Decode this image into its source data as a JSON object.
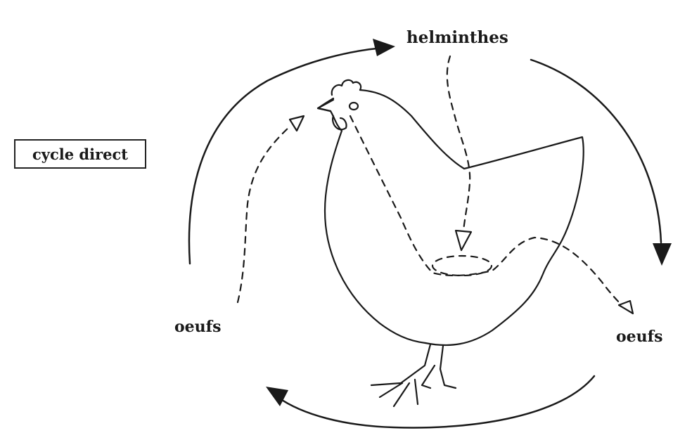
{
  "diagram": {
    "title": "cycle direct",
    "labels": {
      "helminthes": "helminthes",
      "eggs_left": "oeufs",
      "eggs_right": "oeufs"
    },
    "colors": {
      "ink": "#1a1a1a",
      "background": "#ffffff"
    }
  }
}
